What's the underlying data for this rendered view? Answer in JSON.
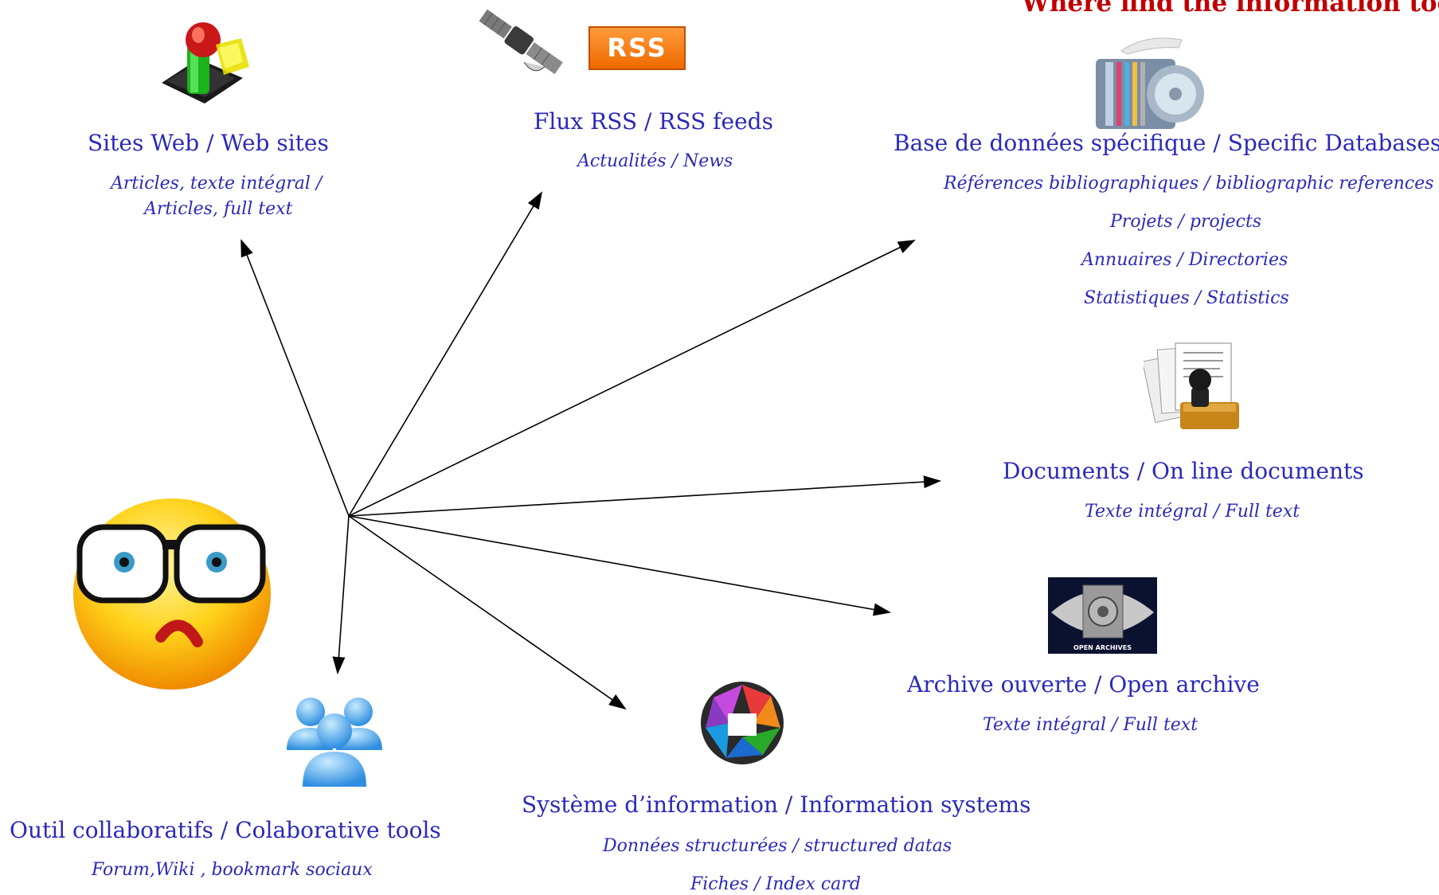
{
  "header": {
    "title": "Where find the information too"
  },
  "nodes": {
    "websites": {
      "label": "Sites Web / Web sites",
      "sub1": "Articles, texte intégral /",
      "sub2": "Articles, full text",
      "icon": "web-sites-icon"
    },
    "rss": {
      "label": "Flux RSS / RSS feeds",
      "sub1": "Actualités / News",
      "badge": "RSS",
      "icon": "rss-icon"
    },
    "databases": {
      "label": "Base de données spécifique / Specific Databases",
      "items": [
        "Références bibliographiques / bibliographic references",
        "Projets / projects",
        "Annuaires / Directories",
        "Statistiques / Statistics"
      ],
      "icon": "database-icon"
    },
    "documents": {
      "label": "Documents / On line documents",
      "sub1": "Texte intégral / Full text",
      "icon": "documents-stamp-icon"
    },
    "archive": {
      "label": "Archive ouverte / Open archive",
      "sub1": "Texte intégral / Full text",
      "badge": "OPEN ARCHIVES",
      "icon": "open-archives-icon"
    },
    "infosys": {
      "label": "Système d’information / Information systems",
      "sub1": "Données structurées / structured datas",
      "sub2": "Fiches / Index card",
      "icon": "information-system-icon"
    },
    "collab": {
      "label": "Outil collaboratifs / Colaborative tools",
      "sub1": "Forum,Wiki , bookmark sociaux",
      "icon": "collaborative-users-icon"
    }
  },
  "center_icon": "nerd-smiley-icon",
  "colors": {
    "text": "#2a2ab8",
    "header": "#c00000",
    "arrow": "#000000"
  }
}
